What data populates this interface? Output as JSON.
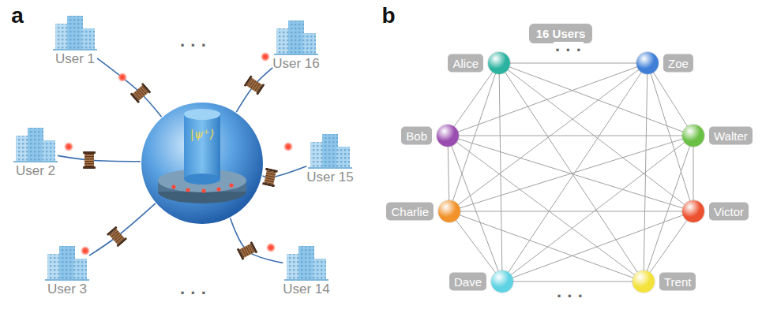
{
  "diagram": {
    "nodes": [
      {
        "text": [
          "User 1"
        ]
      },
      {
        "text": [
          "User 16"
        ]
      },
      {
        "text": [
          "User 2"
        ]
      },
      {
        "text": [
          "|ψ⁺⟩"
        ]
      },
      {
        "text": [
          "User 15"
        ]
      },
      {
        "text": [
          "User 3"
        ]
      },
      {
        "text": [
          "User 14"
        ]
      },
      {
        "text": [
          "16 Users"
        ]
      },
      {
        "text": [
          "Alice"
        ]
      },
      {
        "text": [
          "Zoe"
        ]
      },
      {
        "text": [
          "Bob"
        ]
      },
      {
        "text": [
          "Walter"
        ]
      },
      {
        "text": [
          "Charlie"
        ]
      },
      {
        "text": [
          "Victor"
        ]
      },
      {
        "text": [
          "Dave"
        ]
      },
      {
        "text": [
          "Trent"
        ]
      }
    ],
    "edges": [
      {
        "from": 3,
        "to": 0,
        "arrow": "none"
      },
      {
        "from": 3,
        "to": 1,
        "arrow": "none"
      },
      {
        "from": 3,
        "to": 2,
        "arrow": "none"
      },
      {
        "from": 3,
        "to": 4,
        "arrow": "none"
      },
      {
        "from": 3,
        "to": 5,
        "arrow": "none"
      },
      {
        "from": 3,
        "to": 6,
        "arrow": "none"
      },
      {
        "from": 8,
        "to": 9,
        "arrow": "none"
      },
      {
        "from": 8,
        "to": 10,
        "arrow": "none"
      },
      {
        "from": 8,
        "to": 11,
        "arrow": "none"
      },
      {
        "from": 8,
        "to": 12,
        "arrow": "none"
      },
      {
        "from": 8,
        "to": 13,
        "arrow": "none"
      },
      {
        "from": 8,
        "to": 14,
        "arrow": "none"
      },
      {
        "from": 8,
        "to": 15,
        "arrow": "none"
      },
      {
        "from": 9,
        "to": 10,
        "arrow": "none"
      },
      {
        "from": 9,
        "to": 11,
        "arrow": "none"
      },
      {
        "from": 9,
        "to": 12,
        "arrow": "none"
      },
      {
        "from": 9,
        "to": 13,
        "arrow": "none"
      },
      {
        "from": 9,
        "to": 14,
        "arrow": "none"
      },
      {
        "from": 9,
        "to": 15,
        "arrow": "none"
      },
      {
        "from": 10,
        "to": 11,
        "arrow": "none"
      },
      {
        "from": 10,
        "to": 12,
        "arrow": "none"
      },
      {
        "from": 10,
        "to": 13,
        "arrow": "none"
      },
      {
        "from": 10,
        "to": 14,
        "arrow": "none"
      },
      {
        "from": 10,
        "to": 15,
        "arrow": "none"
      },
      {
        "from": 11,
        "to": 12,
        "arrow": "none"
      },
      {
        "from": 11,
        "to": 13,
        "arrow": "none"
      },
      {
        "from": 11,
        "to": 14,
        "arrow": "none"
      },
      {
        "from": 11,
        "to": 15,
        "arrow": "none"
      },
      {
        "from": 12,
        "to": 13,
        "arrow": "none"
      },
      {
        "from": 12,
        "to": 14,
        "arrow": "none"
      },
      {
        "from": 12,
        "to": 15,
        "arrow": "none"
      },
      {
        "from": 13,
        "to": 14,
        "arrow": "none"
      },
      {
        "from": 13,
        "to": 15,
        "arrow": "none"
      },
      {
        "from": 14,
        "to": 15,
        "arrow": "none"
      }
    ],
    "labels": [
      "a",
      "b",
      "· · ·",
      "· · ·",
      "· · ·",
      "· · ·"
    ]
  }
}
